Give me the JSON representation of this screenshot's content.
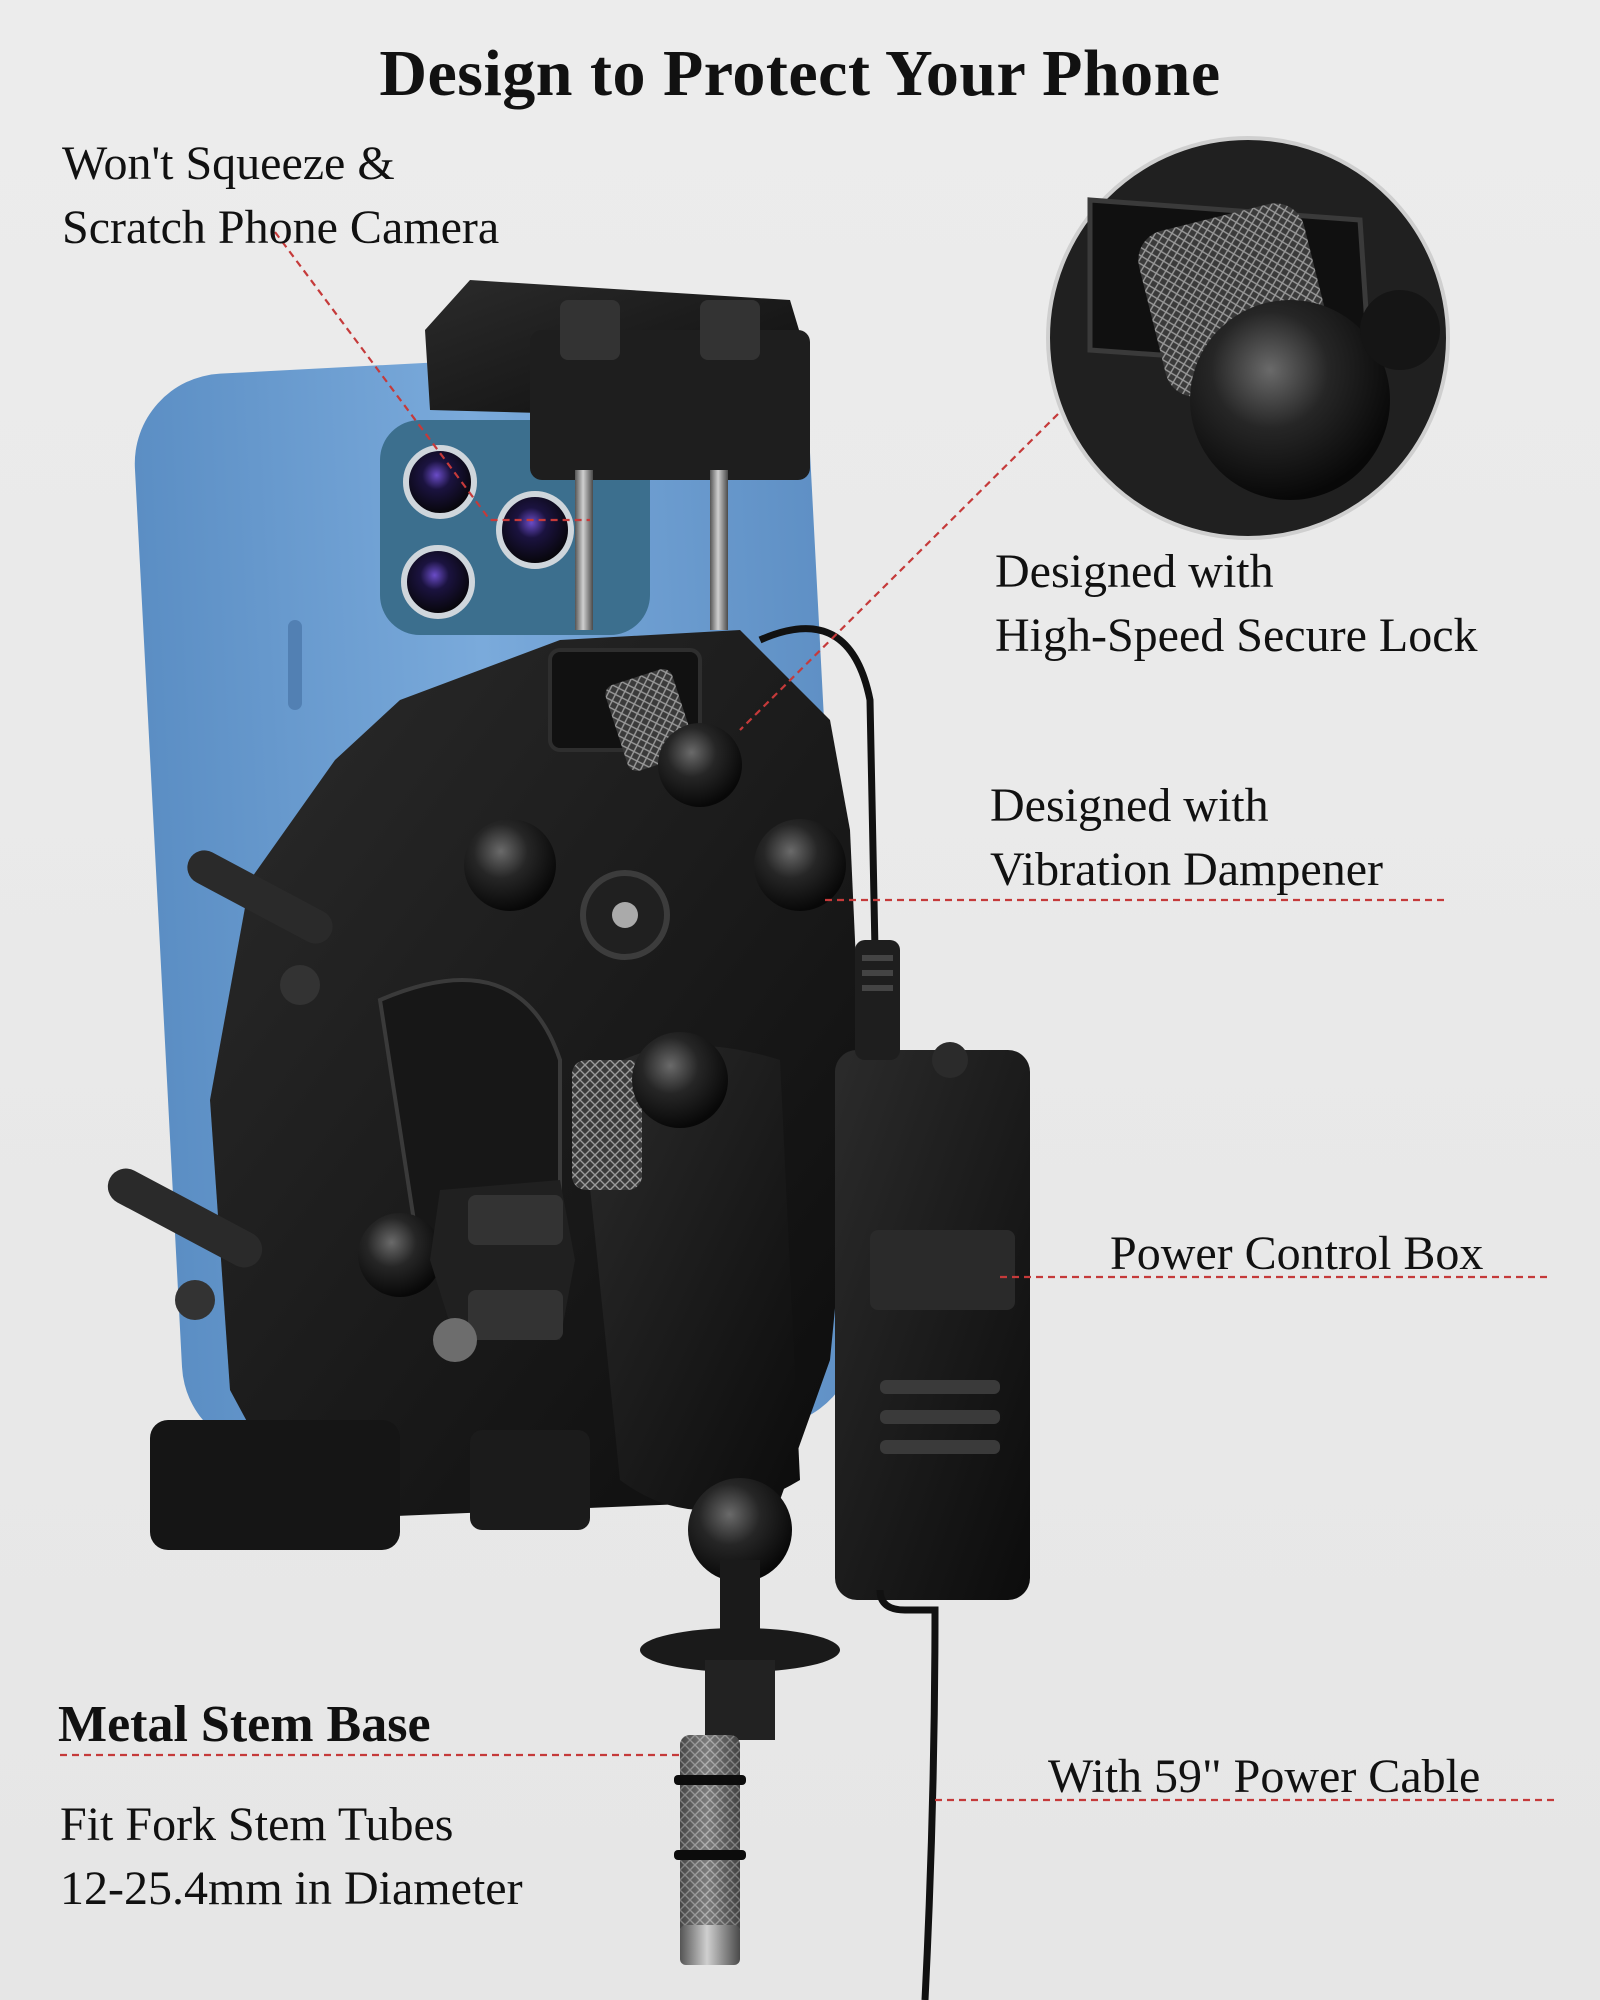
{
  "title": "Design to Protect Your Phone",
  "callouts": {
    "camera": {
      "line1": "Won't Squeeze &",
      "line2": "Scratch Phone Camera"
    },
    "lock": {
      "line1": "Designed with",
      "line2": "High-Speed Secure Lock"
    },
    "dampener": {
      "line1": "Designed with",
      "line2": "Vibration Dampener"
    },
    "power_box": {
      "line1": "Power Control Box"
    },
    "stem": {
      "heading": "Metal Stem Base",
      "line1": "Fit Fork Stem Tubes",
      "line2": "12-25.4mm in Diameter"
    },
    "cable": {
      "line1": "With 59\" Power Cable"
    }
  },
  "colors": {
    "background": "#e8e8e8",
    "phone_case": "#6f9fd0",
    "mount_body": "#1a1a1a",
    "leader_line": "#c53a3a"
  }
}
